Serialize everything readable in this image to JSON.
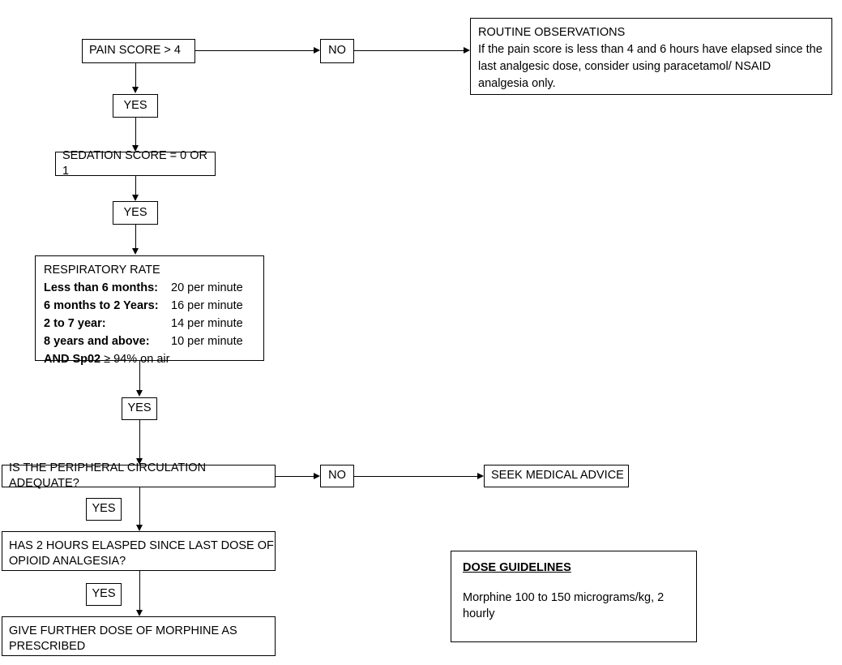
{
  "document": {
    "title": "Pain Management Flowchart",
    "type": "clinical-decision-flowchart",
    "background_color": "#ffffff",
    "line_color": "#000000"
  },
  "nodes": {
    "pain_score": "PAIN SCORE > 4",
    "no_1": "NO",
    "yes_1": "YES",
    "sedation_score": "SEDATION SCORE = 0 OR 1",
    "yes_2": "YES",
    "yes_3": "YES",
    "peripheral_circulation": "IS THE PERIPHERAL CIRCULATION ADEQUATE?",
    "no_2": "NO",
    "seek_advice": "SEEK MEDICAL ADVICE",
    "yes_4": "YES",
    "two_hours_elapsed_line1": "HAS 2 HOURS ELASPED SINCE LAST DOSE OF",
    "two_hours_elapsed_line2": "OPIOID ANALGESIA?",
    "yes_5": "YES",
    "give_morphine_line1": "GIVE FURTHER DOSE OF MORPHINE AS",
    "give_morphine_line2": "PRESCRIBED"
  },
  "routine_observations": {
    "title": "ROUTINE OBSERVATIONS",
    "body": "If the pain score is less than 4 and 6 hours have elapsed since the last analgesic dose, consider using paracetamol/ NSAID analgesia only."
  },
  "respiratory_rate": {
    "title": "RESPIRATORY RATE",
    "rows": [
      {
        "age": "Less than 6 months:",
        "value": "20 per minute"
      },
      {
        "age": "6 months to 2 Years:",
        "value": "16 per minute"
      },
      {
        "age": "2 to 7 year:",
        "value": "14 per minute"
      },
      {
        "age": "8 years and above:",
        "value": "10 per minute"
      }
    ],
    "and_label": "AND Sp02",
    "and_value": " ≥ 94% on air"
  },
  "dose_guidelines": {
    "title": "DOSE GUIDELINES",
    "body": "Morphine 100 to 150 micrograms/kg, 2 hourly"
  }
}
